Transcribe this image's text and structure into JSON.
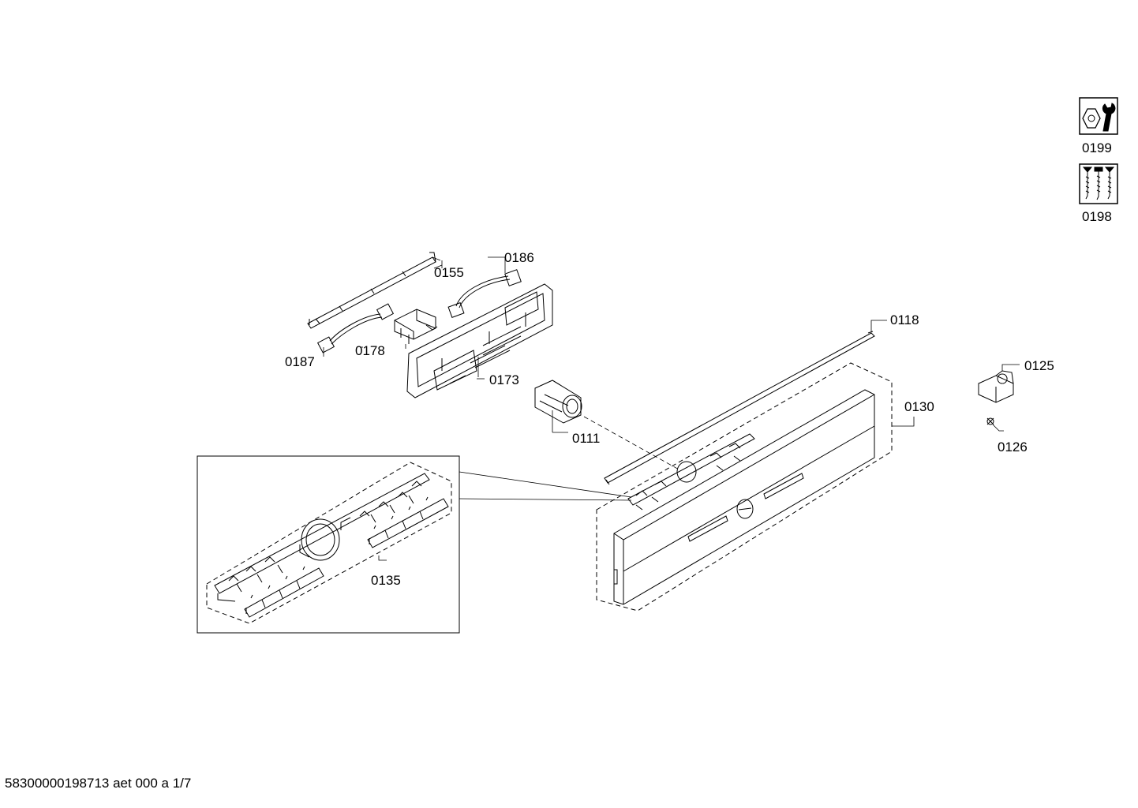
{
  "parts": {
    "p0199": "0199",
    "p0198": "0198",
    "p0186": "0186",
    "p0155": "0155",
    "p0187": "0187",
    "p0178": "0178",
    "p0173": "0173",
    "p0111": "0111",
    "p0118": "0118",
    "p0125": "0125",
    "p0126": "0126",
    "p0130": "0130",
    "p0135": "0135"
  },
  "icons": {
    "tool_kit": "wrench-nut-icon",
    "screw_kit": "screws-icon"
  },
  "footer": {
    "document_id": "58300000198713 aet 000 a 1/7"
  }
}
